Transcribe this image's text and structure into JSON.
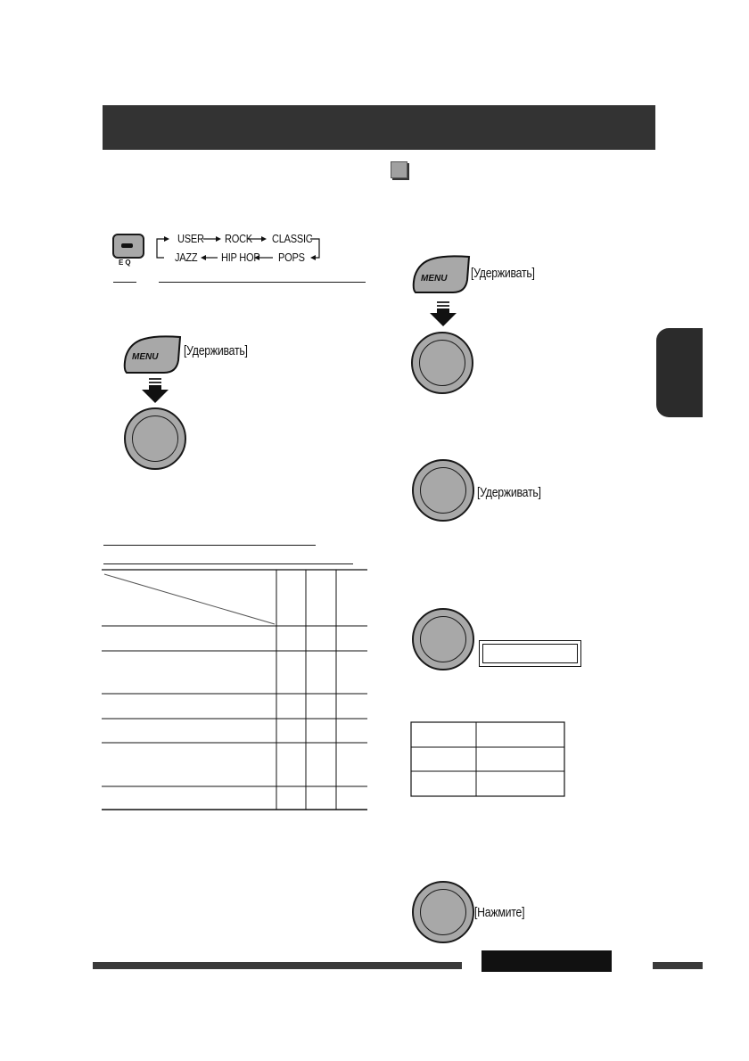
{
  "eq": {
    "button_label": "EQ",
    "flow_row1": [
      "USER",
      "ROCK",
      "CLASSIC"
    ],
    "flow_row2": [
      "JAZZ",
      "HIP HOP",
      "POPS"
    ]
  },
  "menu_button_label": "MENU",
  "labels": {
    "hold": "[Удерживать]",
    "press": "[Нажмите]"
  },
  "colors": {
    "header_bar": "#333333",
    "knob": "#a8a8a8",
    "side_tab": "#2b2b2b",
    "footer_bar": "#3a3a3a"
  }
}
